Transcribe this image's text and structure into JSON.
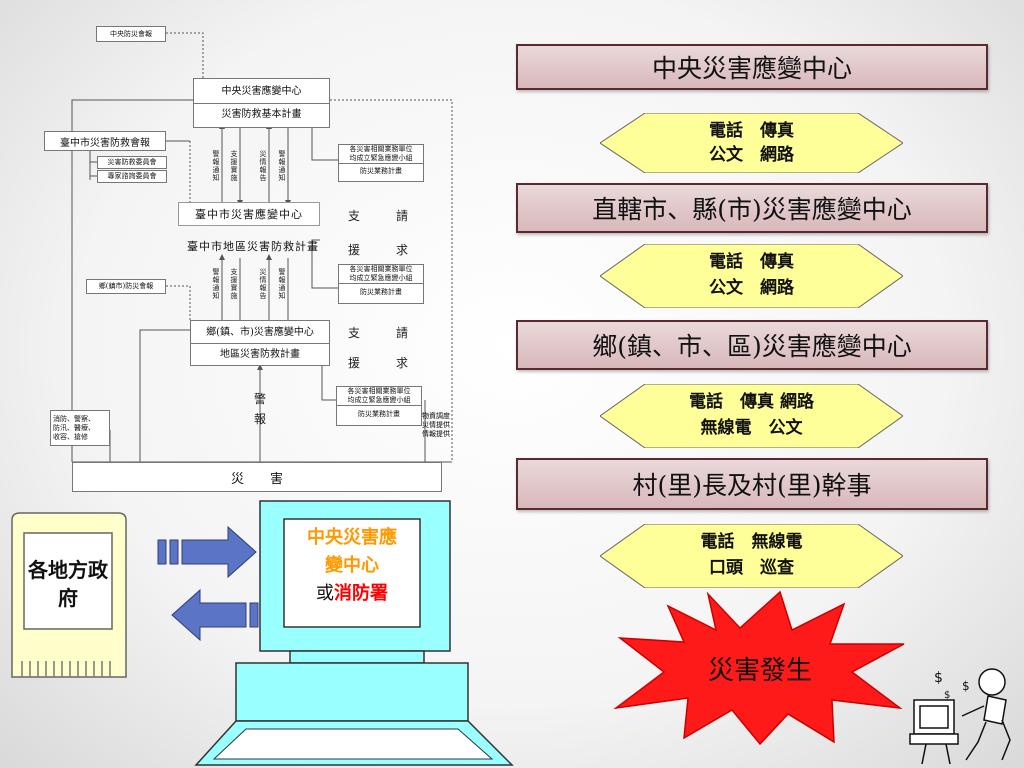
{
  "left_diagram": {
    "central_council": "中央防災會報",
    "central_center": "中央災害應變中心",
    "central_plan": "災害防救基本計畫",
    "city_council": "臺中市災害防救會報",
    "city_committee": "災害防救委員會",
    "city_expert": "專家諮詢委員會",
    "upper_vertical": [
      "警報通知",
      "支援實施",
      "災情報告",
      "警報通知"
    ],
    "lower_vertical": [
      "警報通知",
      "支援實施",
      "災情報告",
      "警報通知"
    ],
    "unit_box_1_line1": "各災害相關業務單位",
    "unit_box_1_line2": "均成立緊急應變小組",
    "unit_box_1_plan": "防災業務計畫",
    "unit_box_2_line1": "各災害相關業務單位",
    "unit_box_2_line2": "均成立緊急應變小組",
    "unit_box_2_plan": "防災業務計畫",
    "unit_box_3_line1": "各災害相關業務單位",
    "unit_box_3_line2": "均成立緊急應變小組",
    "unit_box_3_plan": "防災業務計畫",
    "city_center": "臺中市災害應變中心",
    "city_plan": "臺中市地區災害防救計畫",
    "support_1": "支",
    "request_1": "請",
    "assist_1": "援",
    "seek_1": "求",
    "support_2": "支",
    "request_2": "請",
    "assist_2": "援",
    "seek_2": "求",
    "town_council": "鄉(鎮市)防災會報",
    "town_center": "鄉(鎮、市)災害應變中心",
    "town_plan": "地區災害防救計畫",
    "rescue_list": [
      "消防、警察、",
      "防汛、醫療、",
      "收容、搶修"
    ],
    "alarm_1": "警",
    "alarm_2": "報",
    "logistics": [
      "物資調度",
      "災情提供",
      "情報提供"
    ],
    "disaster": "災　　害"
  },
  "computer_section": {
    "local_gov": "各地方政府",
    "screen_line1": "中央災害應",
    "screen_line2": "變中心",
    "screen_or": "或",
    "screen_fire": "消防署"
  },
  "right_flow": {
    "banner_1": "中央災害應變中心",
    "hex_1_line1": "電話　傳真",
    "hex_1_line2": "公文　網路",
    "banner_2": "直轄市、縣(市)災害應變中心",
    "hex_2_line1": "電話　傳真",
    "hex_2_line2": "公文　網路",
    "banner_3": "鄉(鎮、市、區)災害應變中心",
    "hex_3_line1": "電話　傳真 網路",
    "hex_3_line2": "無線電　公文",
    "banner_4": "村(里)長及村(里)幹事",
    "hex_4_line1": "電話　無線電",
    "hex_4_line2": "口頭　巡查",
    "burst": "災害發生"
  },
  "colors": {
    "hex_fill": "#ffff99",
    "burst_fill": "#ff1a1a",
    "arrow_fill": "#5b74c6",
    "screen_orange": "#ff9900",
    "screen_red": "#ff0000"
  }
}
